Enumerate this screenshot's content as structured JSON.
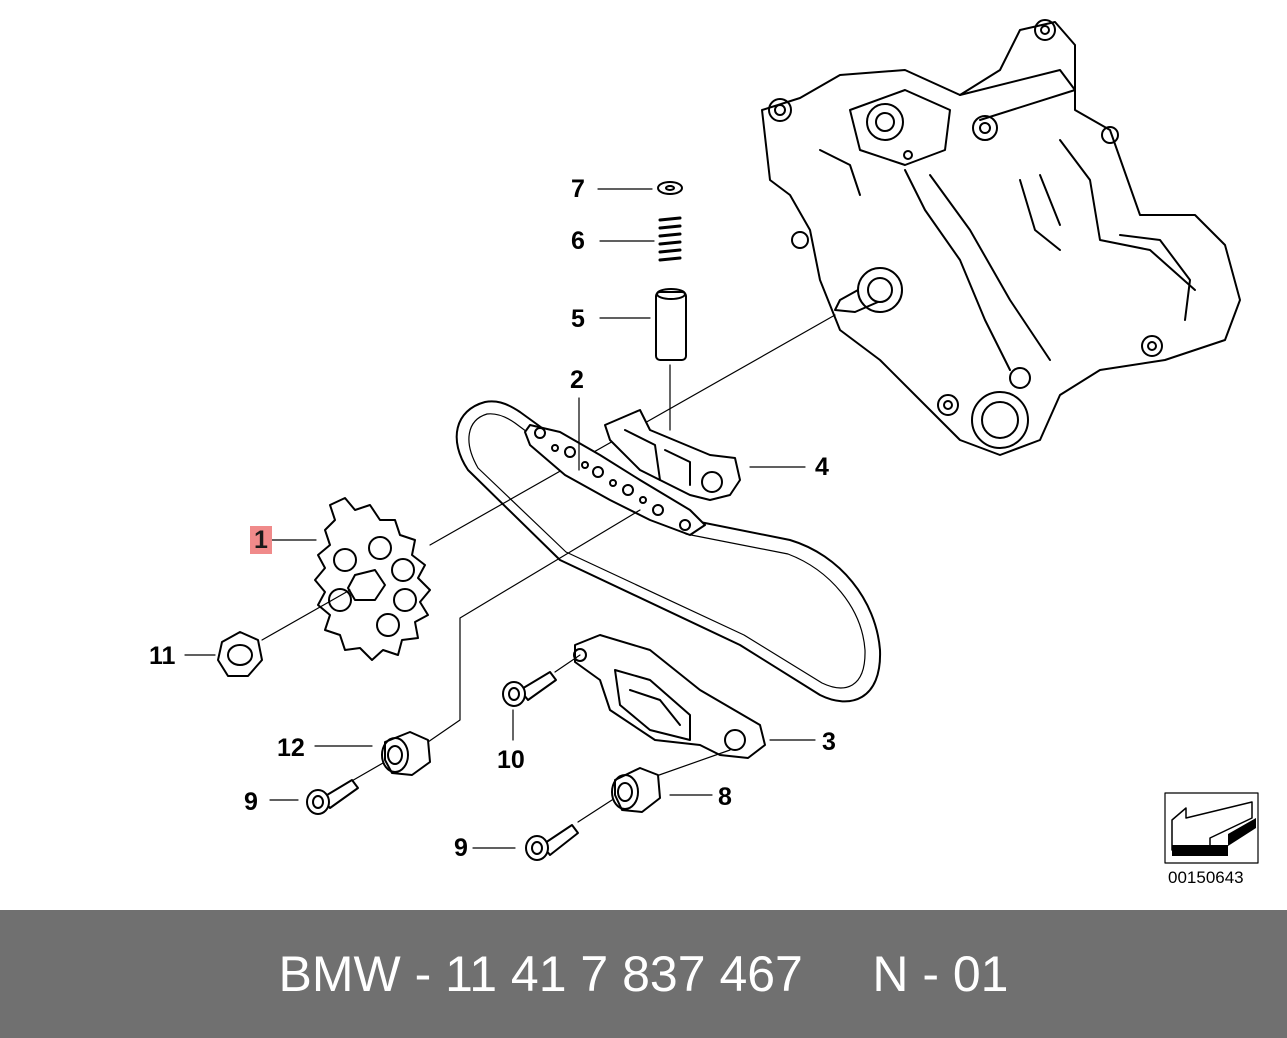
{
  "callouts": {
    "c1": "1",
    "c2": "2",
    "c3": "3",
    "c4": "4",
    "c5": "5",
    "c6": "6",
    "c7": "7",
    "c8": "8",
    "c9a": "9",
    "c9b": "9",
    "c10": "10",
    "c11": "11",
    "c12": "12"
  },
  "highlighted_part": "1",
  "highlight_color": "#f08a8a",
  "reference_number": "00150643",
  "footer": {
    "text": "BMW - 11 41 7 837 467     N - 01",
    "background": "#707070",
    "color": "#ffffff"
  }
}
